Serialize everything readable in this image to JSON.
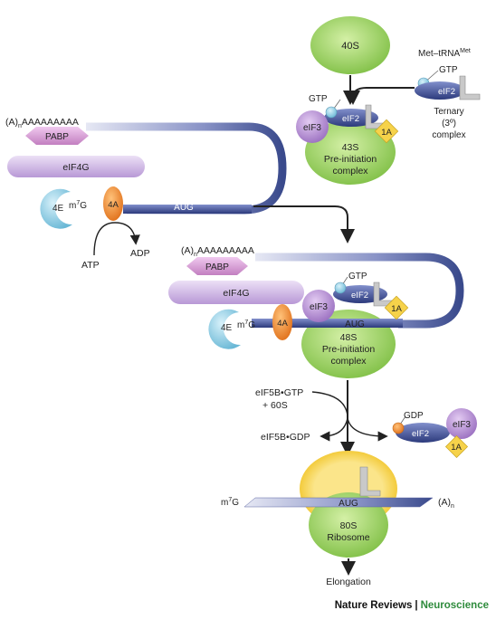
{
  "labels": {
    "s40": "40S",
    "met_trna_pre": "Met–tRNA",
    "met_trna_sup": "Met",
    "gtp": "GTP",
    "eif2": "eIF2",
    "eif3": "eIF3",
    "ternary": [
      "Ternary",
      "(3º)",
      "complex"
    ],
    "a1": "1A",
    "complex43s": [
      "43S",
      "Pre-initiation",
      "complex"
    ],
    "polya_pre": "(A)",
    "polya_sub": "n",
    "polya_tail": "AAAAAAAAA",
    "pabp": "PABP",
    "eif4g": "eIF4G",
    "e4": "4E",
    "m7g_pre": "m",
    "m7g_sup": "7",
    "m7g_post": "G",
    "a4": "4A",
    "aug": "AUG",
    "atp": "ATP",
    "adp": "ADP",
    "complex48s": [
      "48S",
      "Pre-initiation",
      "complex"
    ],
    "eif5b_gtp": "eIF5B•GTP",
    "plus60s": "+ 60S",
    "eif5b_gdp": "eIF5B•GDP",
    "gdp": "GDP",
    "complex80s": [
      "80S",
      "Ribosome"
    ],
    "elongation": "Elongation"
  },
  "credit": {
    "publisher": "Nature Reviews",
    "separator": "|",
    "journal": "Neuroscience"
  },
  "colors": {
    "green": "#a8d66a",
    "purple": "#b48fd0",
    "navy": "#3a4a8c",
    "orange": "#f08a2a",
    "yellow": "#f6d24a",
    "lightblue": "#8fd0e6",
    "pink": "#d99fd8"
  }
}
